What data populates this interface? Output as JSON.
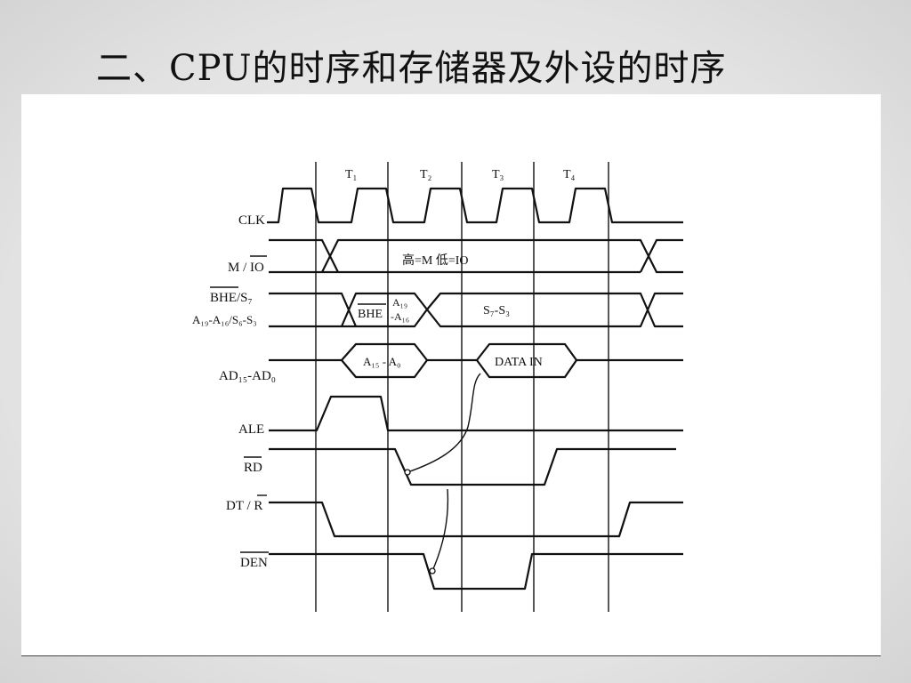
{
  "title": "二、CPU的时序和存储器及外设的时序",
  "diagram": {
    "states": [
      "T₁",
      "T₂",
      "T₃",
      "T₄"
    ],
    "signals": {
      "clk": "CLK",
      "mio": "M / IO",
      "bhe1": "BHE/S₇",
      "bhe2": "A₁₉-A₁₆/S₆-S₃",
      "ad": "AD₁₅-AD₀",
      "ale": "ALE",
      "rd": "RD",
      "dtr": "DT / R",
      "den": "DEN"
    },
    "bus_labels": {
      "mio_value": "高=M  低=IO",
      "bhe_addr_1": "BHE",
      "bhe_addr_2a": "A₁₉",
      "bhe_addr_2b": "-A₁₆",
      "status": "S₇-S₃",
      "addr": "A₁₅ - A₀",
      "data": "DATA    IN"
    }
  }
}
